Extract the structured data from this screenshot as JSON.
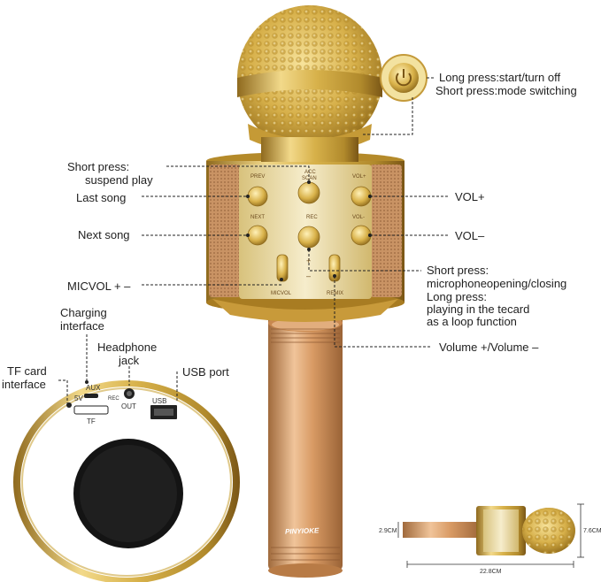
{
  "callouts": {
    "power": "Long press:start/turn off",
    "power2": "Short press:mode switching",
    "suspend1": "Short press:",
    "suspend2": "suspend play",
    "last_song": "Last song",
    "next_song": "Next song",
    "micvol": "MICVOL + –",
    "vol_plus": "VOL+",
    "vol_minus": "VOL–",
    "mic1": "Short press:",
    "mic2": "microphoneopening/closing",
    "mic3": "Long press:",
    "mic4": "playing in the tecard",
    "mic5": "as a loop function",
    "volume": "Volume +/Volume –",
    "charging1": "Charging",
    "charging2": "interface",
    "headphone1": "Headphone",
    "headphone2": "jack",
    "usb": "USB port",
    "tf1": "TF card",
    "tf2": "interface"
  },
  "panel_labels": {
    "prev": "PREV",
    "acc": "ACC",
    "scan": "SCAN",
    "volp": "VOL+",
    "next": "NEXT",
    "rec": "REC",
    "volm": "VOL-",
    "micvol": "MICVOL",
    "remix": "REMIX",
    "plus": "+",
    "minus": "–"
  },
  "base_labels": {
    "aux": "AUX",
    "v5": "5V",
    "rec": "REC",
    "out": "OUT",
    "usb": "USB",
    "tf": "TF"
  },
  "brand": "PINYIOKE",
  "dimensions": {
    "width": "22.8CM",
    "height": "7.6CM",
    "handle": "2.9CM"
  },
  "colors": {
    "gold": "#d9b54a",
    "rose_gold": "#d9a06a",
    "cream": "#efe3b4"
  }
}
